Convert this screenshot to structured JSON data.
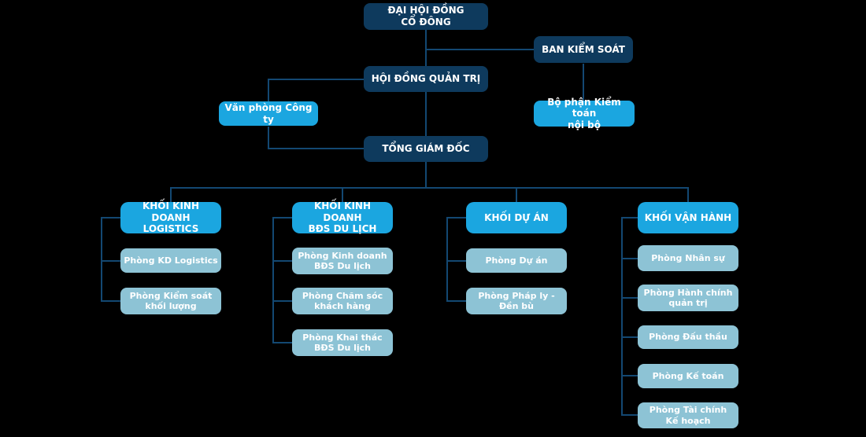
{
  "diagram_type": "org-chart",
  "colors": {
    "background": "#000000",
    "navy_box": "#0e3a5d",
    "bright_blue_box": "#1ba6e0",
    "light_blue_box": "#8dc3d5",
    "connector_line": "#134872",
    "text": "#ffffff"
  },
  "top": {
    "shareholders_meeting": "ĐẠI HỘI ĐỒNG\nCỔ ĐÔNG",
    "supervisory_board": "BAN KIỂM SOÁT",
    "board_of_management": "HỘI ĐỒNG QUẢN TRỊ",
    "company_office": "Văn phòng Công ty",
    "internal_audit_unit": "Bộ phận Kiểm toán\nnội bộ",
    "general_director": "TỔNG GIÁM ĐỐC"
  },
  "divisions": [
    {
      "id": "kinh-doanh-logistics",
      "label": "KHỐI KINH DOANH\nLOGISTICS",
      "departments": [
        "Phòng KD Logistics",
        "Phòng Kiểm soát\nkhối lượng"
      ]
    },
    {
      "id": "kinh-doanh-bds-du-lich",
      "label": "KHỐI KINH DOANH\nBĐS DU LỊCH",
      "departments": [
        "Phòng Kinh doanh\nBĐS Du lịch",
        "Phòng Chăm sóc\nkhách hàng",
        "Phòng Khai thác\nBĐS Du lịch"
      ]
    },
    {
      "id": "du-an",
      "label": "KHỐI DỰ ÁN",
      "departments": [
        "Phòng Dự án",
        "Phòng Pháp ly -\nĐền bù"
      ]
    },
    {
      "id": "van-hanh",
      "label": "KHỐI VẬN HÀNH",
      "departments": [
        "Phòng Nhân sự",
        "Phòng Hành chính\nquản trị",
        "Phòng Đấu thầu",
        "Phòng Kế toán",
        "Phòng Tài chính\nKế hoạch"
      ]
    }
  ]
}
